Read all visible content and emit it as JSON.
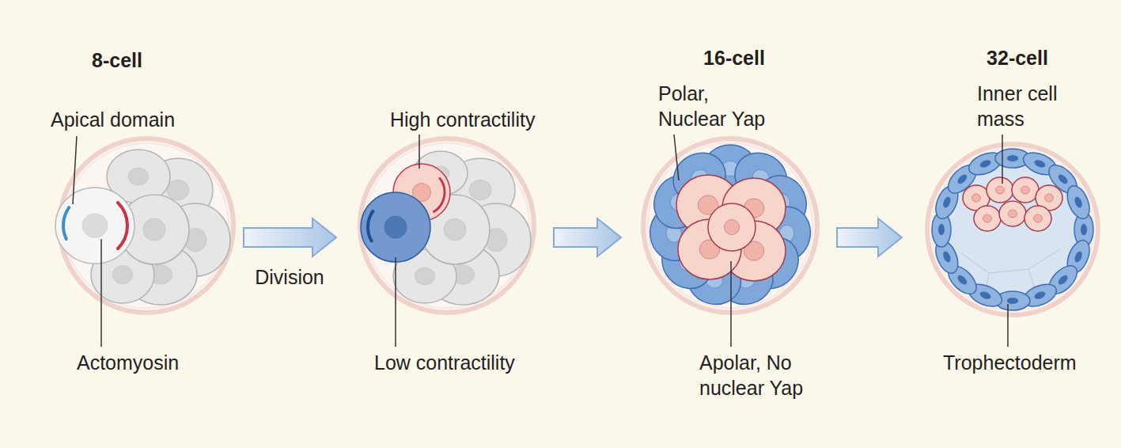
{
  "diagram": {
    "labels": [
      "8-cell",
      "Apical domain",
      "Actomyosin",
      "Division",
      "High contractility",
      "Low contractility",
      "16-cell",
      "Polar, Nuclear Yap",
      "Apolar, No nuclear Yap",
      "32-cell",
      "Inner cell mass",
      "Trophectoderm"
    ]
  }
}
